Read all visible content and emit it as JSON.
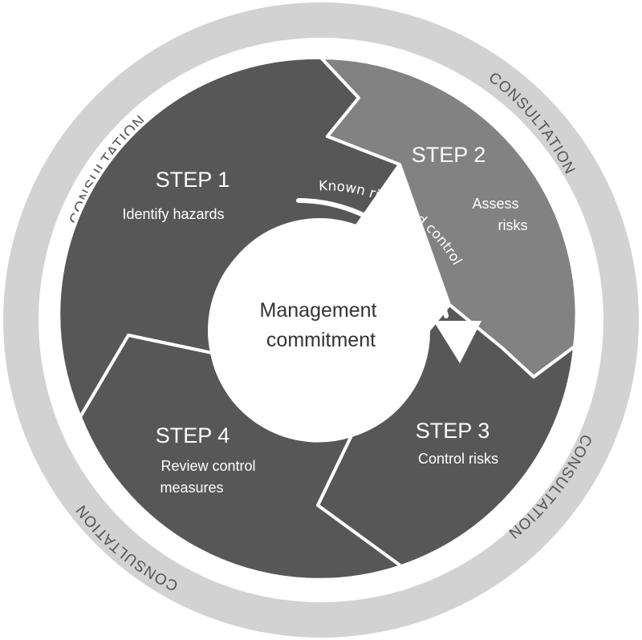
{
  "colors": {
    "outer_ring": "#d2d2d2",
    "ring_text": "#555555",
    "segment_dark": "#575757",
    "segment_mid": "#828282",
    "segment_border": "#ffffff",
    "center_fill": "#ffffff",
    "center_text": "#333333",
    "step_text": "#ffffff",
    "arrow": "#ffffff"
  },
  "ring": {
    "labels": [
      "CONSULTATION",
      "CONSULTATION",
      "CONSULTATION",
      "CONSULTATION"
    ]
  },
  "steps": [
    {
      "title": "STEP 1",
      "lines": [
        "Identify hazards"
      ]
    },
    {
      "title": "STEP 2",
      "lines": [
        "Assess",
        "risks"
      ]
    },
    {
      "title": "STEP 3",
      "lines": [
        "Control risks"
      ]
    },
    {
      "title": "STEP 4",
      "lines": [
        "Review control",
        "measures"
      ]
    }
  ],
  "center": {
    "lines": [
      "Management",
      "commitment"
    ]
  },
  "arrow": {
    "label": "Known risks and control"
  }
}
